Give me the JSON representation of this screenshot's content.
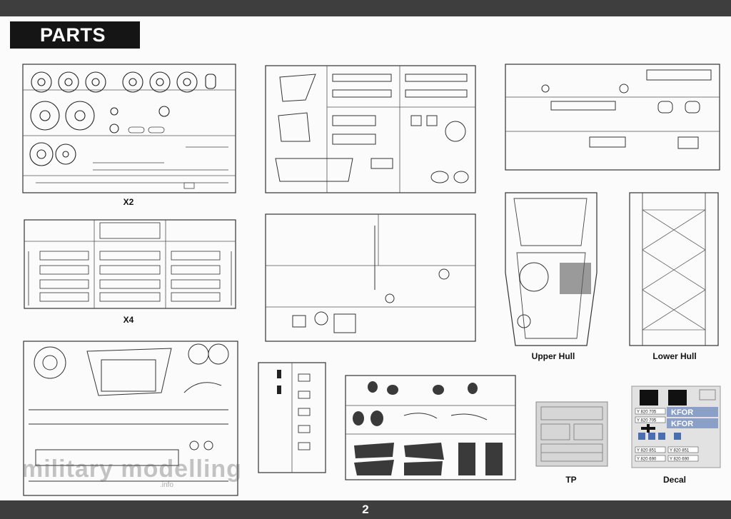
{
  "header": {
    "title": "PARTS"
  },
  "footer": {
    "page_number": "2"
  },
  "sprues": {
    "wheels": {
      "multiplier": "X2"
    },
    "small_parts": {
      "multiplier": "X4"
    }
  },
  "hull": {
    "upper_label": "Upper Hull",
    "lower_label": "Lower Hull"
  },
  "extras": {
    "tp_label": "TP",
    "decal_label": "Decal"
  },
  "decal_sheet": {
    "serials": [
      "Y 820 705",
      "Y 820 705",
      "Y 820 851",
      "Y 820 851",
      "Y 820 690",
      "Y 820 690"
    ],
    "kfor": [
      "KFOR",
      "KFOR"
    ]
  },
  "watermark": {
    "text": "military modelling",
    "sub": ".info"
  },
  "colors": {
    "band": "#3e3e3e",
    "title_bg": "#151515",
    "page_bg": "#fbfbfb"
  }
}
